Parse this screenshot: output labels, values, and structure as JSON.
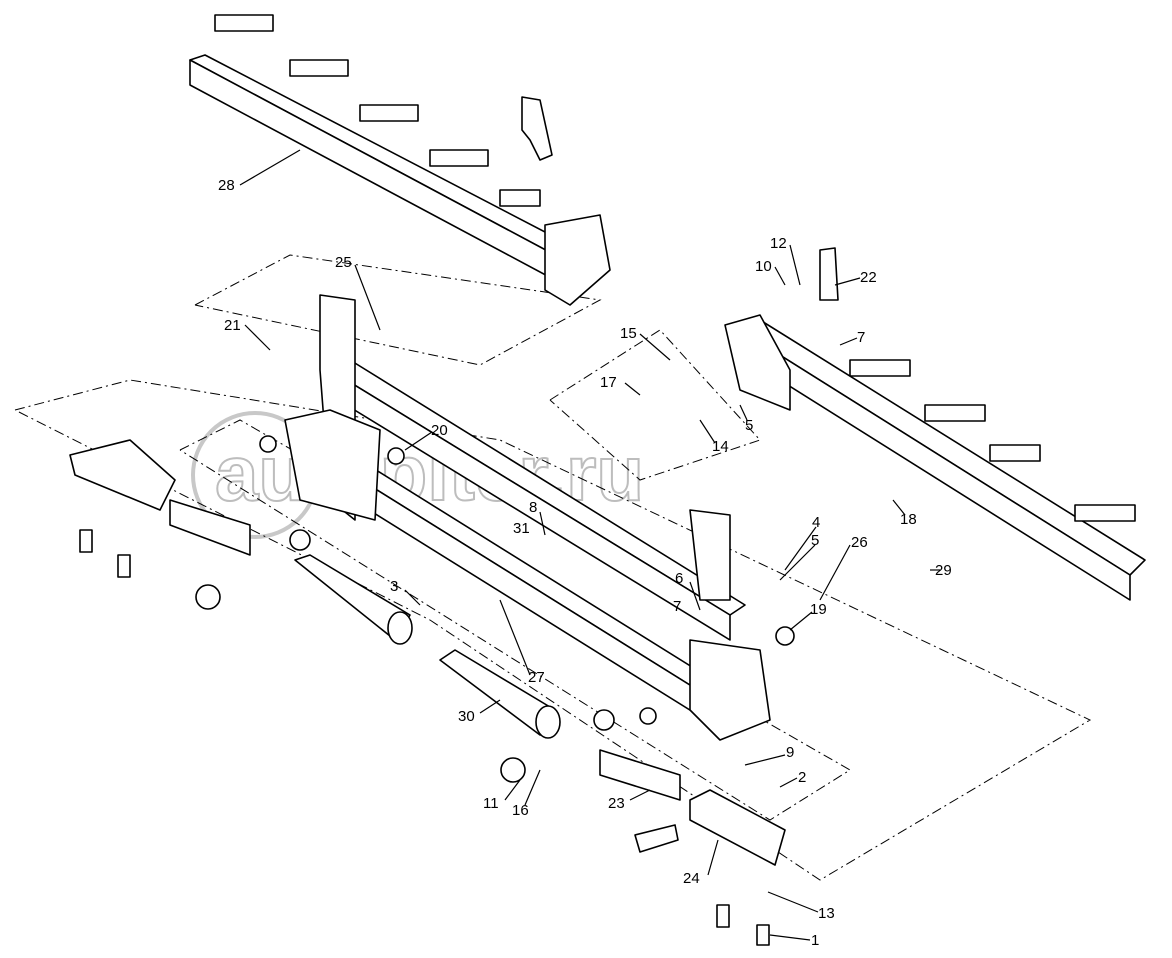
{
  "watermark": "autopiter.ru",
  "callouts": [
    {
      "id": "c28",
      "text": "28"
    },
    {
      "id": "c25",
      "text": "25"
    },
    {
      "id": "c21",
      "text": "21"
    },
    {
      "id": "c12",
      "text": "12"
    },
    {
      "id": "c10",
      "text": "10"
    },
    {
      "id": "c22",
      "text": "22"
    },
    {
      "id": "c15",
      "text": "15"
    },
    {
      "id": "c17",
      "text": "17"
    },
    {
      "id": "c7a",
      "text": "7"
    },
    {
      "id": "c5a",
      "text": "5"
    },
    {
      "id": "c14",
      "text": "14"
    },
    {
      "id": "c20",
      "text": "20"
    },
    {
      "id": "c18",
      "text": "18"
    },
    {
      "id": "c29",
      "text": "29"
    },
    {
      "id": "c8",
      "text": "8"
    },
    {
      "id": "c31",
      "text": "31"
    },
    {
      "id": "c4",
      "text": "4"
    },
    {
      "id": "c5b",
      "text": "5"
    },
    {
      "id": "c26",
      "text": "26"
    },
    {
      "id": "c6",
      "text": "6"
    },
    {
      "id": "c7b",
      "text": "7"
    },
    {
      "id": "c3",
      "text": "3"
    },
    {
      "id": "c19",
      "text": "19"
    },
    {
      "id": "c27",
      "text": "27"
    },
    {
      "id": "c30",
      "text": "30"
    },
    {
      "id": "c9",
      "text": "9"
    },
    {
      "id": "c2",
      "text": "2"
    },
    {
      "id": "c11",
      "text": "11"
    },
    {
      "id": "c16",
      "text": "16"
    },
    {
      "id": "c23",
      "text": "23"
    },
    {
      "id": "c24",
      "text": "24"
    },
    {
      "id": "c13",
      "text": "13"
    },
    {
      "id": "c1",
      "text": "1"
    }
  ]
}
